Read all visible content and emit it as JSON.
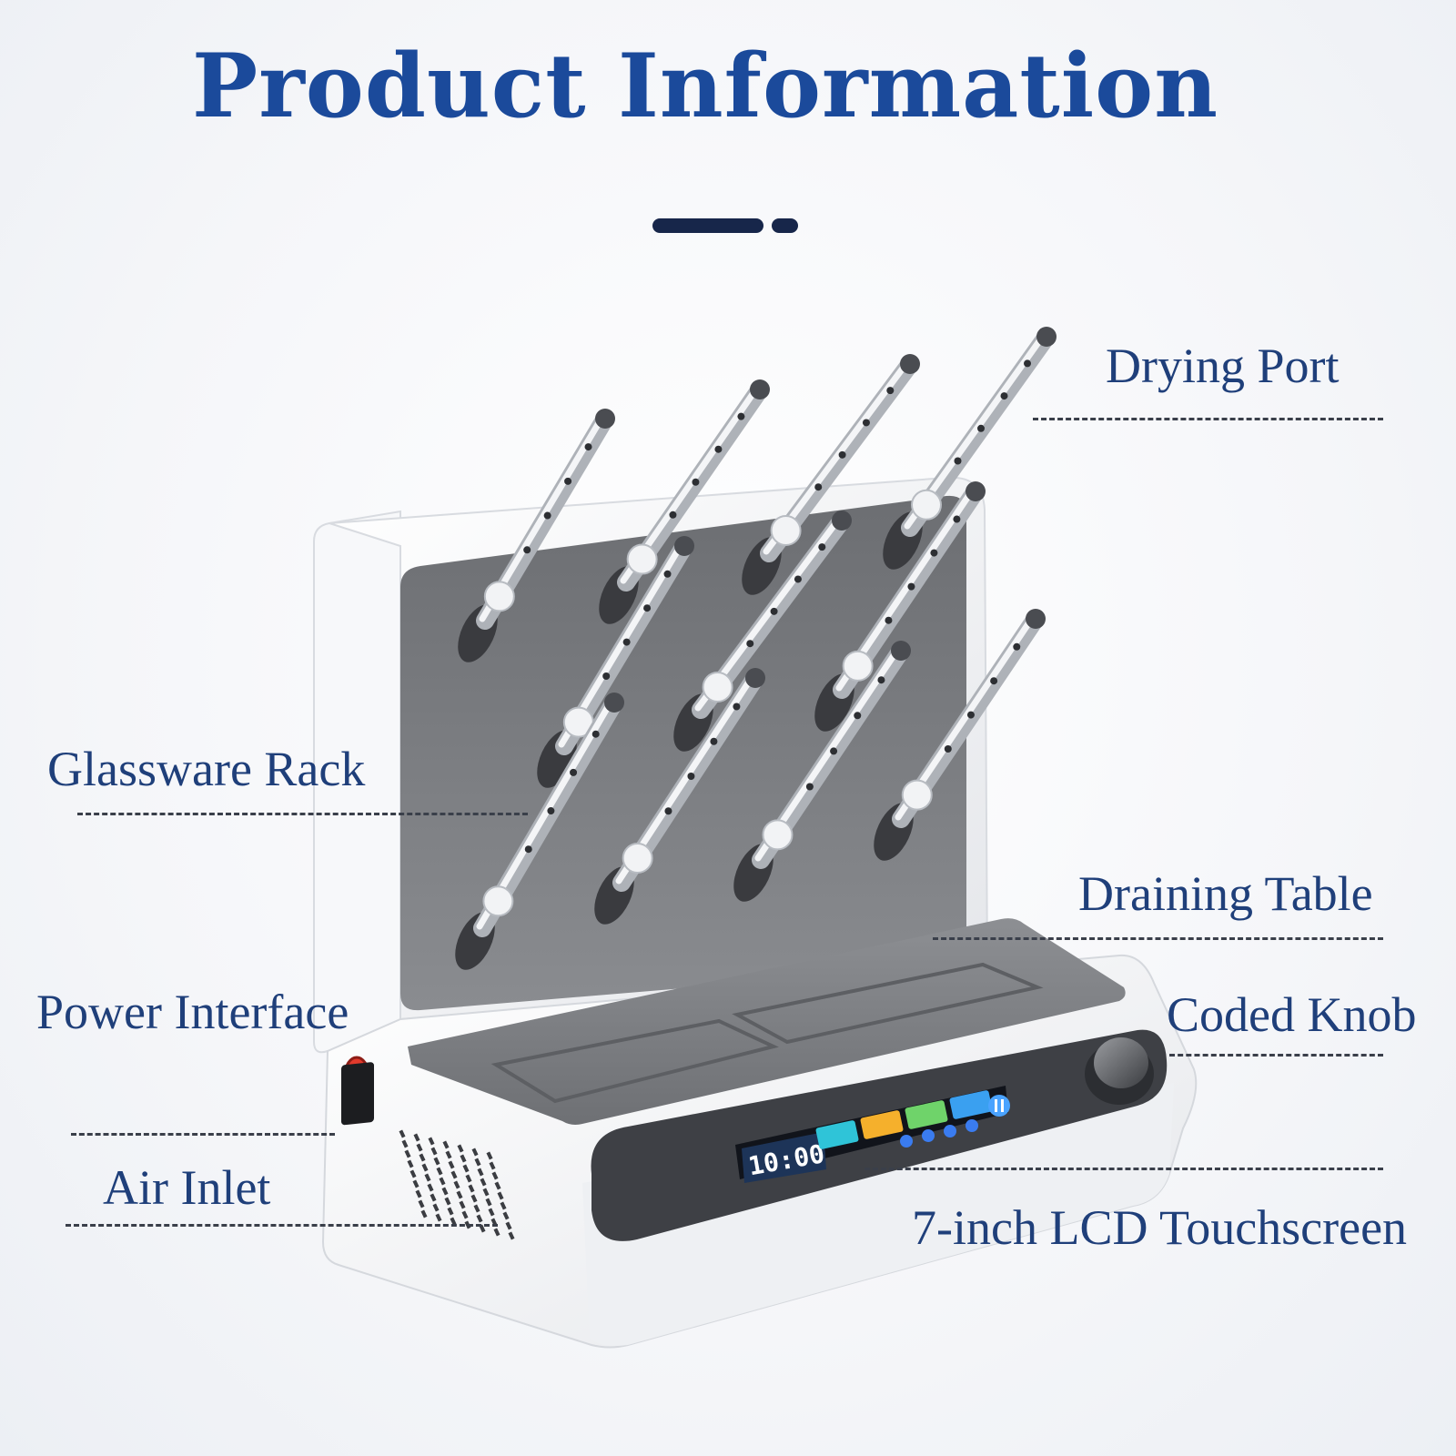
{
  "colors": {
    "title": "#1b4a9b",
    "label": "#1f3f7a",
    "divider": "#17264a",
    "leader": "#3a3f4a",
    "body_white": "#f4f5f7",
    "panel_gray": "#7a7c80",
    "panel_dark": "#3c3e44",
    "tube_steel": "#c9ccd1",
    "power_button": "#e23a2c"
  },
  "page": {
    "title": "Product Information"
  },
  "labels": {
    "drying_port": "Drying Port",
    "glassware_rack": "Glassware Rack",
    "draining_table": "Draining Table",
    "coded_knob": "Coded Knob",
    "power_interface": "Power Interface",
    "air_inlet": "Air Inlet",
    "lcd_touchscreen": "7-inch LCD Touchscreen"
  },
  "screen": {
    "clock": "10:00",
    "tiles": [
      {
        "icon": "fan-icon",
        "color": "#2fc4d8"
      },
      {
        "icon": "sun-icon",
        "color": "#f5b02c"
      },
      {
        "icon": "leaf-icon",
        "color": "#6fd36a"
      },
      {
        "icon": "drop-icon",
        "color": "#3aa0f0"
      }
    ],
    "pause_icon": "pause-icon"
  },
  "icons": {
    "power_button": "power-button-icon",
    "power_socket": "power-socket-icon",
    "vent": "air-vent-icon",
    "knob": "rotary-knob-icon",
    "rack_pin": "drying-pin-icon"
  }
}
